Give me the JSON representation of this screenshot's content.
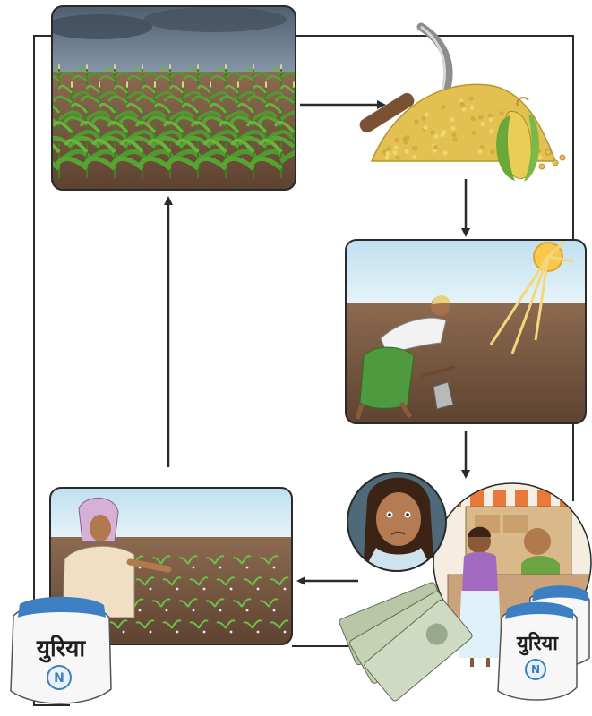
{
  "diagram": {
    "type": "cycle",
    "stages": [
      {
        "id": "maize-field",
        "icon": "maize-crop-field"
      },
      {
        "id": "harvest",
        "icon": "sickle-and-maize-grain-pile"
      },
      {
        "id": "tilling",
        "icon": "man-digging-soil-under-sun"
      },
      {
        "id": "buying-fertilizer",
        "icon": "worried-woman-buying-urea-at-shop"
      },
      {
        "id": "applying-fertilizer",
        "icon": "woman-spreading-fertilizer-on-seedlings"
      }
    ],
    "flow": [
      "maize-field",
      "harvest",
      "tilling",
      "buying-fertilizer",
      "applying-fertilizer",
      "maize-field"
    ]
  },
  "bags": {
    "left_label": "युरिया",
    "right_label": "युरिया",
    "logo_letter": "N"
  },
  "colors": {
    "line": "#2a2a2a",
    "sky": "#cfe6f2",
    "soil": "#7a5a43",
    "leaf": "#4f9a2f",
    "grain": "#e2c052",
    "bag_blue": "#3c7fc2"
  }
}
